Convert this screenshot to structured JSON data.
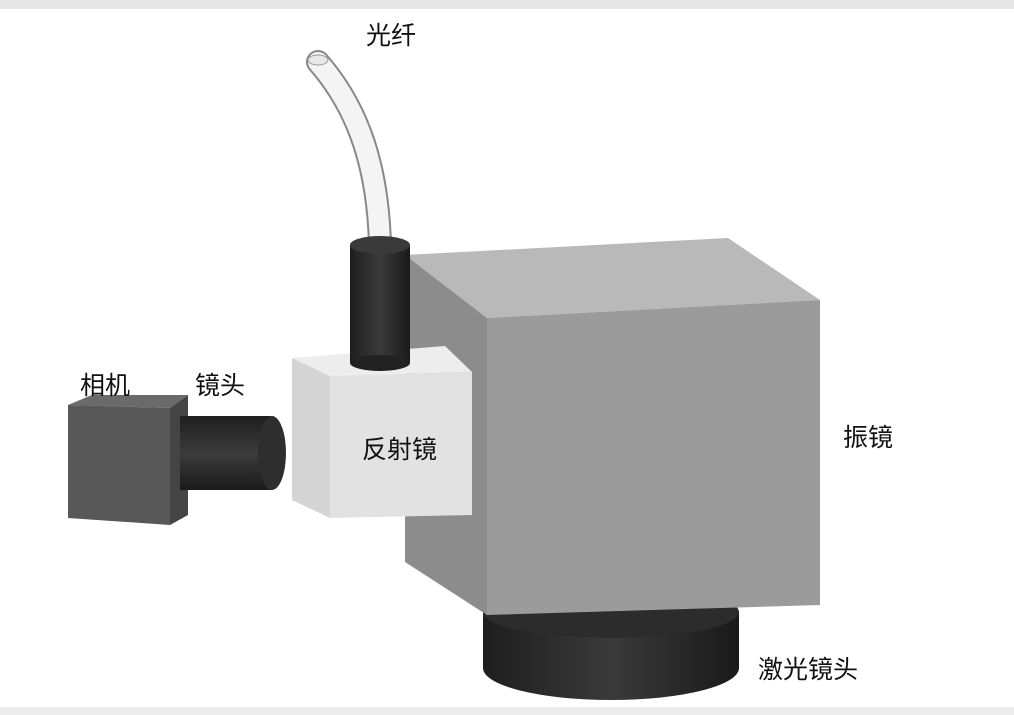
{
  "labels": {
    "fiber": "光纤",
    "camera": "相机",
    "lens": "镜头",
    "mirror": "反射镜",
    "galvo": "振镜",
    "laser_lens": "激光镜头"
  },
  "colors": {
    "galvo_front": "#9a9a9a",
    "galvo_top": "#b8b8b8",
    "galvo_side": "#8a8a8a",
    "mirror_box": "#e0e0e0",
    "dark_parts": "#2a2a2a",
    "camera": "#555555"
  }
}
